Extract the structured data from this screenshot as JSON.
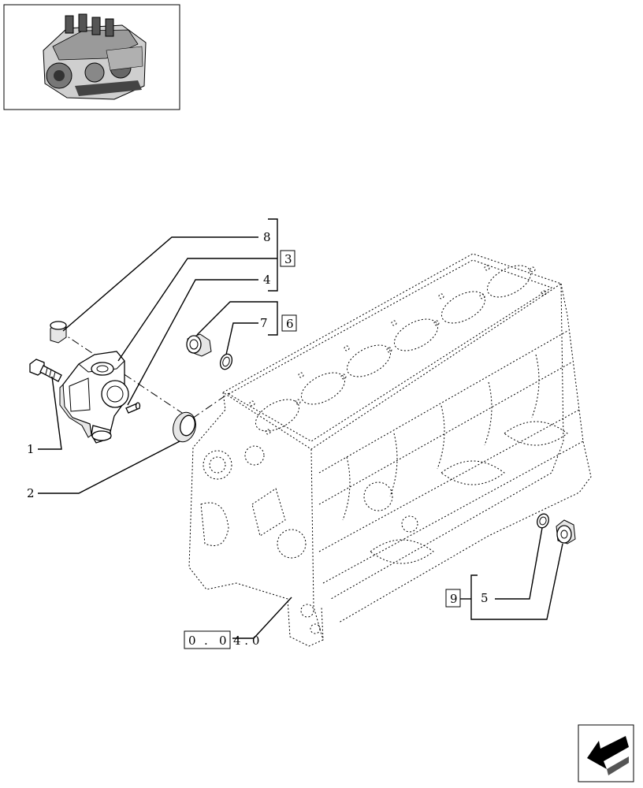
{
  "callouts": {
    "c1": "1",
    "c2": "2",
    "c3": "3",
    "c4": "4",
    "c5": "5",
    "c6": "6",
    "c7": "7",
    "c8": "8",
    "c9": "9"
  },
  "reference": {
    "boxed": [
      "0",
      ".",
      "0"
    ],
    "rest": "4 . 0"
  },
  "icons": {
    "thumbnail": "engine-thumbnail-icon",
    "nav": "arrow-back-icon"
  }
}
